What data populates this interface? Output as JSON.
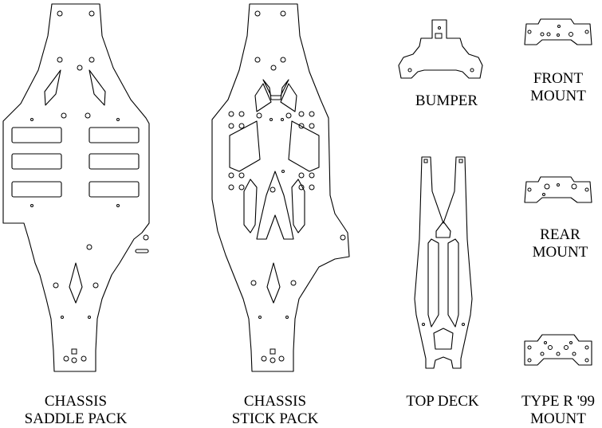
{
  "labels": {
    "chassis_saddle": [
      "CHASSIS",
      "SADDLE PACK"
    ],
    "chassis_stick": [
      "CHASSIS",
      "STICK PACK"
    ],
    "bumper": [
      "BUMPER"
    ],
    "top_deck": [
      "TOP DECK"
    ],
    "front_mount": [
      "FRONT",
      "MOUNT"
    ],
    "rear_mount": [
      "REAR",
      "MOUNT"
    ],
    "type_r_mount": [
      "TYPE R '99",
      "MOUNT"
    ]
  },
  "colors": {
    "line": "#000000",
    "background": "#ffffff"
  }
}
